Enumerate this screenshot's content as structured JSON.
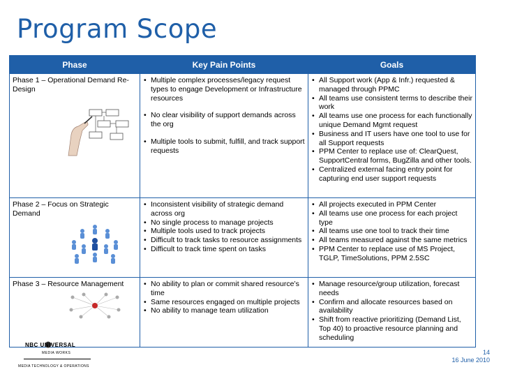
{
  "title": "Program Scope",
  "table": {
    "headers": [
      "Phase",
      "Key Pain Points",
      "Goals"
    ],
    "rows": [
      {
        "phase": "Phase 1 – Operational Demand Re-Design",
        "pains": [
          "Multiple complex processes/legacy request types to engage Development or Infrastructure resources",
          "No clear visibility of support demands across the org",
          "Multiple tools to submit, fulfill, and track support requests"
        ],
        "goals": [
          "All Support work (App & Infr.) requested & managed through PPMC",
          "All teams use consistent terms to describe their work",
          "All teams use one process for each functionally unique Demand Mgmt request",
          "Business and IT users have one tool to use for all Support requests",
          "PPM Center to replace use of: ClearQuest, SupportCentral forms, BugZilla and other tools.",
          "Centralized external facing entry point for capturing end user support requests"
        ]
      },
      {
        "phase": "Phase 2 – Focus on Strategic Demand",
        "pains": [
          "Inconsistent visibility of strategic demand across org",
          "No single process to manage projects",
          "Multiple tools used to track projects",
          "Difficult to track tasks to resource assignments",
          "Difficult to track time spent on tasks"
        ],
        "goals": [
          "All projects executed in PPM Center",
          "All teams use one process for each project type",
          "All teams use one tool to track their time",
          "All teams measured against the same metrics",
          "PPM Center to replace use of MS Project, TGLP, TimeSolutions, PPM 2.5SC"
        ]
      },
      {
        "phase": "Phase 3 – Resource Management",
        "pains": [
          "No ability to plan or commit shared resource’s time",
          "Same resources engaged on multiple projects",
          "No ability to manage team utilization"
        ],
        "goals": [
          "Manage resource/group utilization, forecast needs",
          "Confirm and allocate resources based on availability",
          "Shift from reactive prioritizing (Demand List, Top 40) to proactive resource planning and scheduling"
        ]
      }
    ]
  },
  "footer": {
    "page": "14",
    "date": "16 June 2010"
  },
  "logo": {
    "line1": "NBC UNIVERSAL",
    "line2": "MEDIA WORKS",
    "line3": "MEDIA TECHNOLOGY & OPERATIONS"
  }
}
